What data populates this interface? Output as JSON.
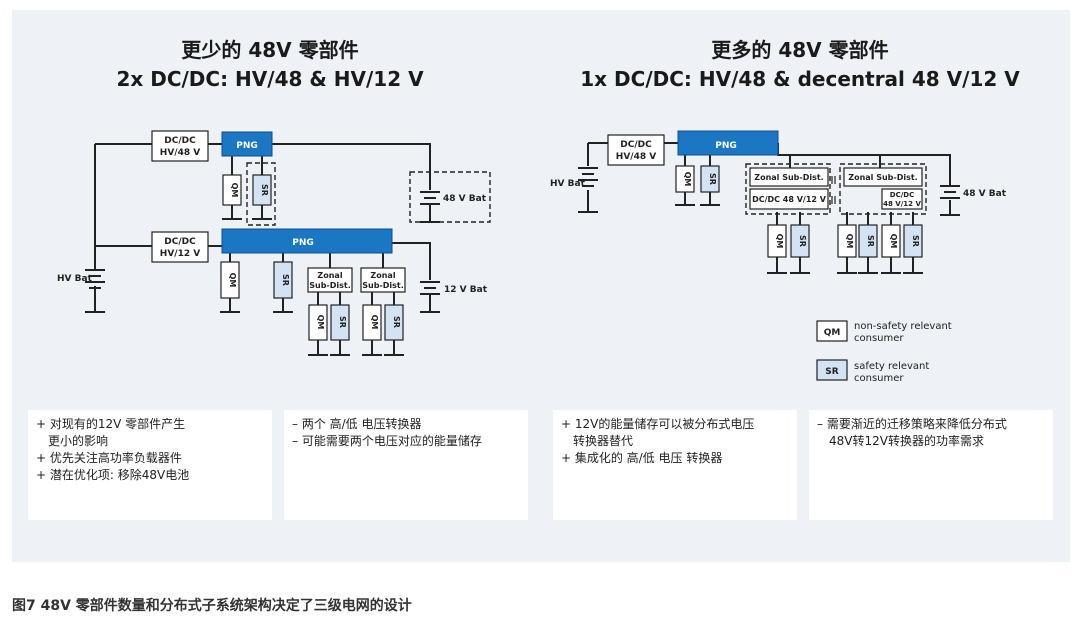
{
  "left": {
    "title_line1": "更少的 48V 零部件",
    "title_line2": "2x DC/DC: HV/48 & HV/12 V",
    "dcdc48_line1": "DC/DC",
    "dcdc48_line2": "HV/48 V",
    "dcdc12_line1": "DC/DC",
    "dcdc12_line2": "HV/12 V",
    "png_top": "PNG",
    "png_main": "PNG",
    "qm": "QM",
    "sr": "SR",
    "hv_bat": "HV Bat",
    "bat48": "48 V Bat",
    "bat12": "12 V Bat",
    "zonal_line1": "Zonal",
    "zonal_line2": "Sub-Dist.",
    "notes_a": [
      "+ 对现有的12V 零部件产生",
      "更小的影响",
      "+ 优先关注高功率负载器件",
      "+ 潜在优化项: 移除48V电池"
    ],
    "notes_b": [
      "– 两个 高/低 电压转换器",
      "– 可能需要两个电压对应的能量储存"
    ]
  },
  "right": {
    "title_line1": "更多的 48V 零部件",
    "title_line2": "1x DC/DC: HV/48 & decentral 48 V/12 V",
    "dcdc_line1": "DC/DC",
    "dcdc_line2": "HV/48 V",
    "png": "PNG",
    "hv_bat": "HV Bat",
    "bat48": "48 V Bat",
    "zonal": "Zonal Sub-Dist.",
    "dcdc_4812": "DC/DC 48 V/12 V",
    "dcdc_small_line1": "DC/DC",
    "dcdc_small_line2": "48 V/12 V",
    "qm": "QM",
    "sr": "SR",
    "notes_a": [
      "+ 12V的能量储存可以被分布式电压",
      "转换器替代",
      "+ 集成化的 高/低 电压 转换器"
    ],
    "notes_b": [
      "– 需要渐近的迁移策略来降低分布式",
      "48V转12V转换器的功率需求"
    ]
  },
  "legend": {
    "qm": "QM",
    "qm_text_line1": "non-safety relevant",
    "qm_text_line2": "consumer",
    "sr": "SR",
    "sr_text_line1": "safety relevant",
    "sr_text_line2": "consumer"
  },
  "caption": "图7 48V 零部件数量和分布式子系统架构决定了三级电网的设计",
  "colors": {
    "png_blue": "#1b77c3",
    "sr_fill": "#d3e3f3",
    "panel_bg": "#eef1f5"
  }
}
